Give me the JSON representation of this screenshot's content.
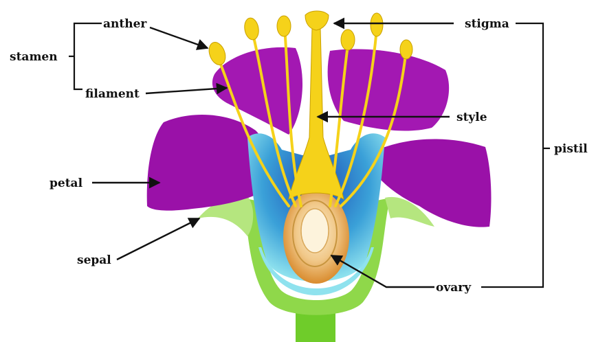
{
  "labels": {
    "anther": "anther",
    "stamen": "stamen",
    "filament": "filament",
    "petal": "petal",
    "sepal": "sepal",
    "stigma": "stigma",
    "style": "style",
    "pistil": "pistil",
    "ovary": "ovary"
  },
  "colors": {
    "petal": "#9a11a8",
    "petal_light": "#c24fd1",
    "stamen_yellow": "#f5d21a",
    "stamen_outline": "#c9a000",
    "cup_blue": "#3aa0d8",
    "cup_cyan": "#8fe2ee",
    "sepal_green": "#a8e06a",
    "stem_green": "#6fcc2a",
    "ovary_outer": "#e6a24a",
    "ovary_inner": "#f6ddb0"
  }
}
